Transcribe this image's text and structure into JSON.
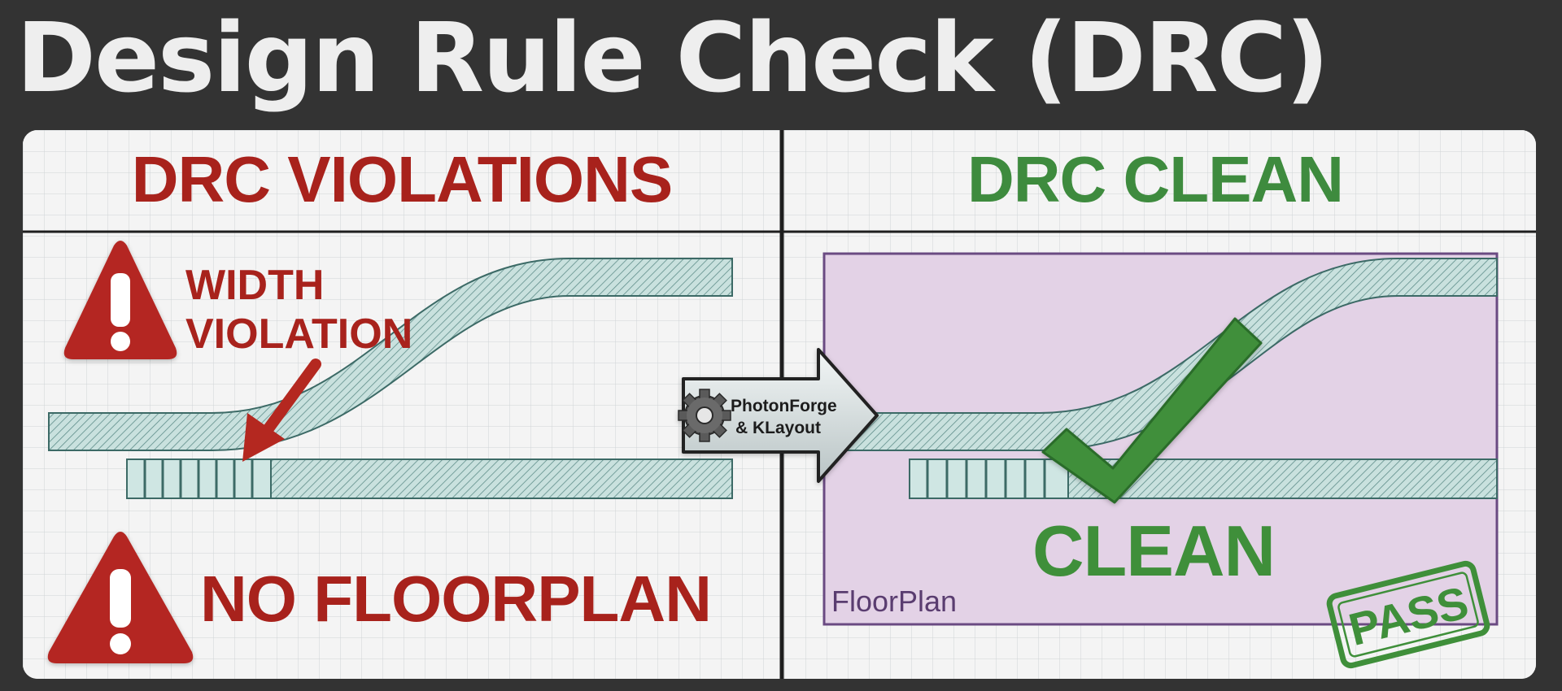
{
  "page": {
    "title": "Design Rule Check (DRC)"
  },
  "left_panel": {
    "header": "DRC VIOLATIONS",
    "width_violation_label": [
      "WIDTH",
      "VIOLATION"
    ],
    "floorplan_violation_label": "NO FLOORPLAN",
    "header_color": "#a8221c"
  },
  "arrow": {
    "label": [
      "PhotonForge",
      "& KLayout"
    ],
    "icon": "gear-icon"
  },
  "right_panel": {
    "header": "DRC CLEAN",
    "floorplan_label": "FloorPlan",
    "status_text": "CLEAN",
    "stamp_text": "PASS",
    "header_color": "#3e8b3e",
    "floorplan_color": "#e3d2e6"
  },
  "colors": {
    "waveguide_fill": "#c7e0dd",
    "waveguide_stroke": "#3c6a66",
    "warning_red": "#b42820",
    "check_green": "#3f8f3a"
  }
}
